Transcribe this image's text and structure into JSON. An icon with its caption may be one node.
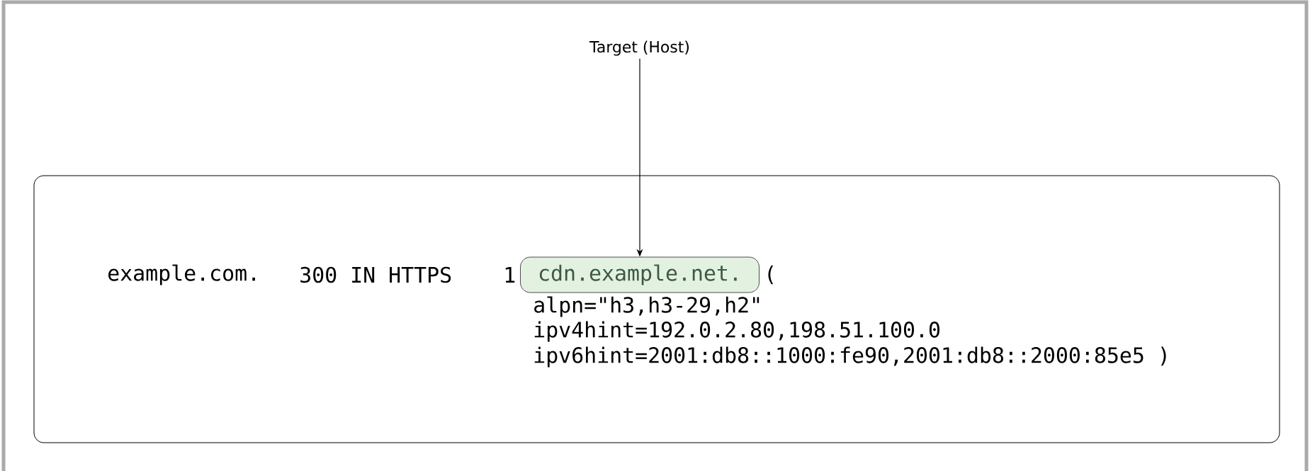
{
  "diagram": {
    "nodes": [
      {
        "text": [
          "Target (Host)"
        ]
      },
      {
        "text": [
          "example.com.",
          "300 IN HTTPS",
          "1",
          "(",
          "alpn=\"h3,h3-29,h2\"",
          "ipv4hint=192.0.2.80,198.51.100.0",
          "ipv6hint=2001:db8::1000:fe90,2001:db8::2000:85e5 )"
        ]
      },
      {
        "text": [
          "cdn.example.net."
        ],
        "in": 1
      }
    ],
    "edges": [
      {
        "from": 0,
        "to": 2,
        "arrow": "to"
      }
    ]
  }
}
